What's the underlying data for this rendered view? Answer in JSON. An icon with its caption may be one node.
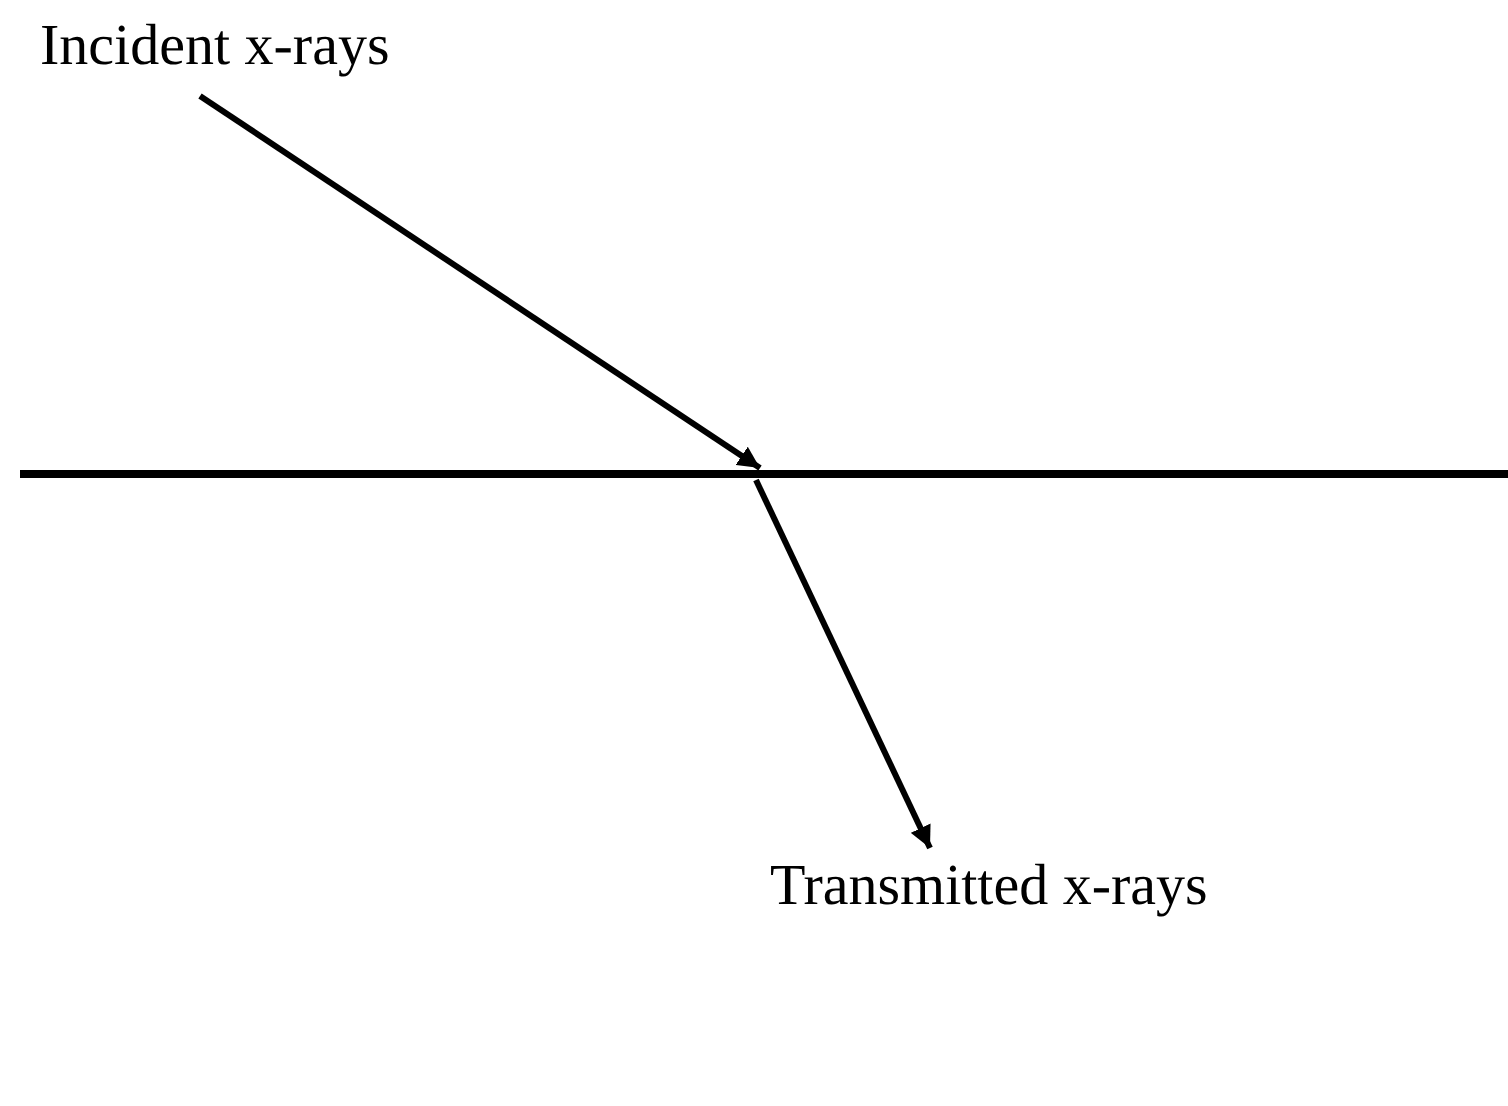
{
  "diagram": {
    "nodes": [
      {
        "text": [
          "Incident x-rays"
        ]
      },
      {
        "text": [],
        "shape": "line"
      },
      {
        "text": [
          "Transmitted x-rays"
        ]
      }
    ],
    "edges": [
      {
        "from": 0,
        "to": 1,
        "arrow": "to"
      },
      {
        "from": 1,
        "to": 2,
        "arrow": "to"
      }
    ]
  }
}
